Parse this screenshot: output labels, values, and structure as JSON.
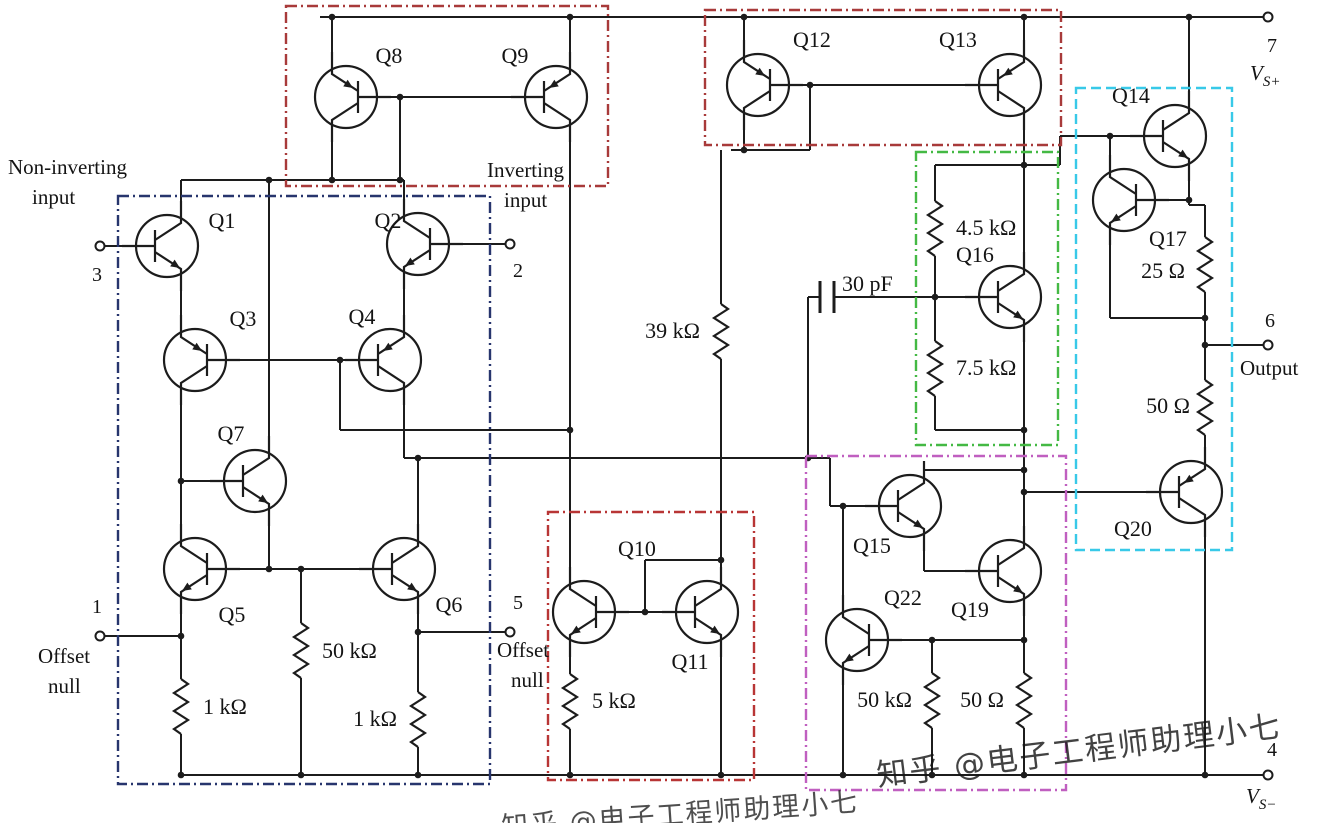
{
  "transistors": {
    "q1": "Q1",
    "q2": "Q2",
    "q3": "Q3",
    "q4": "Q4",
    "q5": "Q5",
    "q6": "Q6",
    "q7": "Q7",
    "q8": "Q8",
    "q9": "Q9",
    "q10": "Q10",
    "q11": "Q11",
    "q12": "Q12",
    "q13": "Q13",
    "q14": "Q14",
    "q15": "Q15",
    "q16": "Q16",
    "q17": "Q17",
    "q19": "Q19",
    "q20": "Q20",
    "q22": "Q22"
  },
  "resistors": {
    "r1k_left": "1 kΩ",
    "r50k_input": "50 kΩ",
    "r1k_right": "1 kΩ",
    "r5k": "5 kΩ",
    "r39k": "39 kΩ",
    "r4k5": "4.5 kΩ",
    "r7k5": "7.5 kΩ",
    "r25": "25 Ω",
    "r50_output": "50 Ω",
    "r50k_gain": "50 kΩ",
    "r50_gain": "50 Ω"
  },
  "capacitor": {
    "label": "30 pF"
  },
  "pins": {
    "noninverting": {
      "number": "3",
      "line1": "Non-inverting",
      "line2": "input"
    },
    "inverting": {
      "number": "2",
      "line1": "Inverting",
      "line2": "input"
    },
    "offset_null_1": {
      "number": "1",
      "line1": "Offset",
      "line2": "null"
    },
    "offset_null_5": {
      "number": "5",
      "line1": "Offset",
      "line2": "null"
    },
    "vplus": {
      "number": "7",
      "symbol": "V",
      "subscript": "S+"
    },
    "output": {
      "number": "6",
      "label": "Output"
    },
    "vminus": {
      "number": "4",
      "symbol": "V",
      "subscript": "S−"
    }
  },
  "watermark": {
    "text": "知乎 @电子工程师助理小七"
  },
  "colors": {
    "wire": "#1c1c1c",
    "box_red_mirrors": "#a83a3a",
    "box_navy": "#27356d",
    "box_red_bias": "#b83535",
    "box_green": "#44b944",
    "box_magenta": "#c05fc0",
    "box_cyan": "#38c9e8",
    "watermark_gray": "#858585",
    "watermark_teal": "#3aa0a8"
  }
}
